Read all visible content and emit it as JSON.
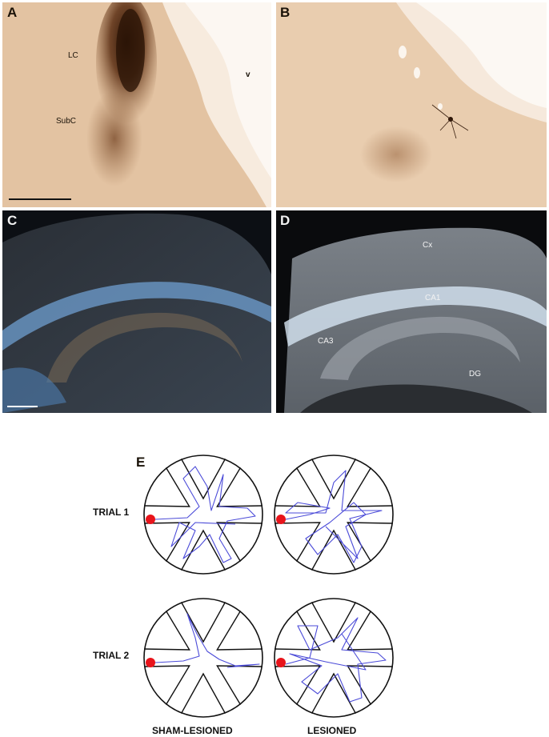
{
  "panels": {
    "a": {
      "letter": "A",
      "labels": {
        "lc": "LC",
        "subc": "SubC",
        "v": "v"
      },
      "colors": {
        "background": "#e7c9a8",
        "stain": "#3a1e0c",
        "ventricle": "#fbf6f1"
      }
    },
    "b": {
      "letter": "B",
      "colors": {
        "background": "#e9cdaf",
        "ventricle": "#fbf6f1"
      }
    },
    "c": {
      "letter": "C",
      "colors": {
        "tissue": "#4a5560",
        "highlight": "#7fb2e0"
      }
    },
    "d": {
      "letter": "D",
      "labels": {
        "cx": "Cx",
        "ca1": "CA1",
        "ca3": "CA3",
        "dg": "DG"
      },
      "colors": {
        "tissue": "#6f757b",
        "highlight": "#cfe0ef"
      }
    },
    "e": {
      "letter": "E",
      "rows": [
        "TRIAL 1",
        "TRIAL 2"
      ],
      "columns": [
        "SHAM-LESIONED",
        "LESIONED"
      ],
      "colors": {
        "path": "#4b4bd8",
        "start_marker": "#e8141b",
        "outline": "#111111"
      }
    }
  }
}
